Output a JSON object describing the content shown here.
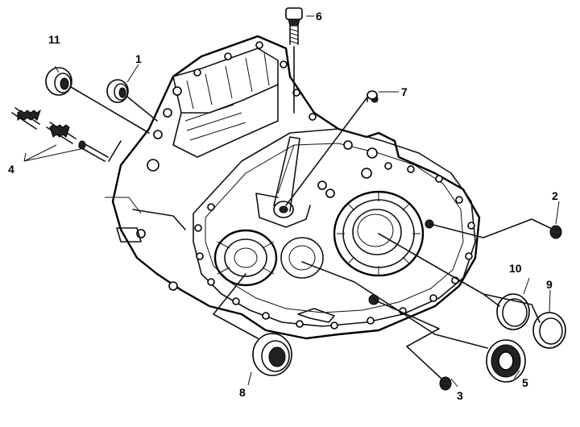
{
  "callouts": [
    {
      "id": "c1",
      "label": "1"
    },
    {
      "id": "c2",
      "label": "2"
    },
    {
      "id": "c3",
      "label": "3"
    },
    {
      "id": "c4",
      "label": "4"
    },
    {
      "id": "c5",
      "label": "5"
    },
    {
      "id": "c6",
      "label": "6"
    },
    {
      "id": "c7",
      "label": "7"
    },
    {
      "id": "c8",
      "label": "8"
    },
    {
      "id": "c9",
      "label": "9"
    },
    {
      "id": "c10",
      "label": "10"
    },
    {
      "id": "c11",
      "label": "11"
    }
  ],
  "colors": {
    "ink": "#111111",
    "paper": "#ffffff"
  }
}
